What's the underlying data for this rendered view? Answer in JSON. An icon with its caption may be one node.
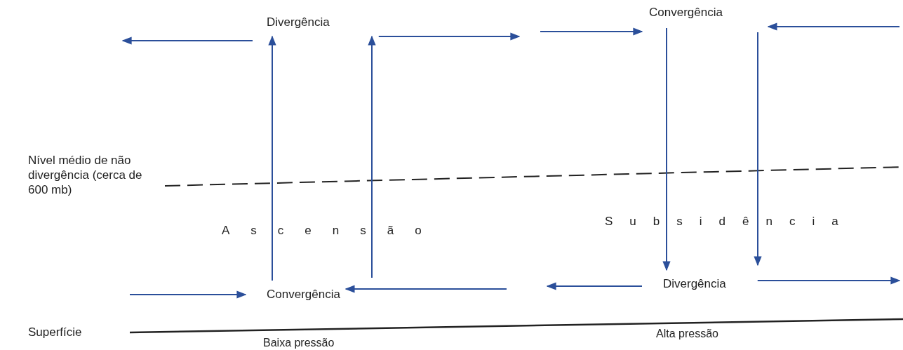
{
  "diagram": {
    "nodes": [
      {
        "text": [
          "Divergência"
        ]
      },
      {
        "text": [
          "Convergência"
        ]
      },
      {
        "text": [
          "Convergência"
        ]
      },
      {
        "text": [
          "Divergência"
        ]
      }
    ],
    "edges": [
      {
        "from": 2,
        "to": 0,
        "arrow": "to"
      },
      {
        "from": 2,
        "to": 0,
        "arrow": "to"
      },
      {
        "from": 1,
        "to": 3,
        "arrow": "to"
      },
      {
        "from": 1,
        "to": 3,
        "arrow": "to"
      },
      {
        "from": 0,
        "to": null,
        "arrow": "to"
      },
      {
        "from": 0,
        "to": null,
        "arrow": "to"
      },
      {
        "from": null,
        "to": 1,
        "arrow": "to"
      },
      {
        "from": null,
        "to": 1,
        "arrow": "to"
      },
      {
        "from": null,
        "to": 2,
        "arrow": "to"
      },
      {
        "from": null,
        "to": 2,
        "arrow": "to"
      },
      {
        "from": 3,
        "to": null,
        "arrow": "to"
      },
      {
        "from": 3,
        "to": null,
        "arrow": "to"
      }
    ],
    "labels": [
      "Nível médio de não divergência (cerca de 600 mb)",
      "Ascensão",
      "Subsidência",
      "Superfície",
      "Baixa pressão",
      "Alta pressão"
    ]
  }
}
